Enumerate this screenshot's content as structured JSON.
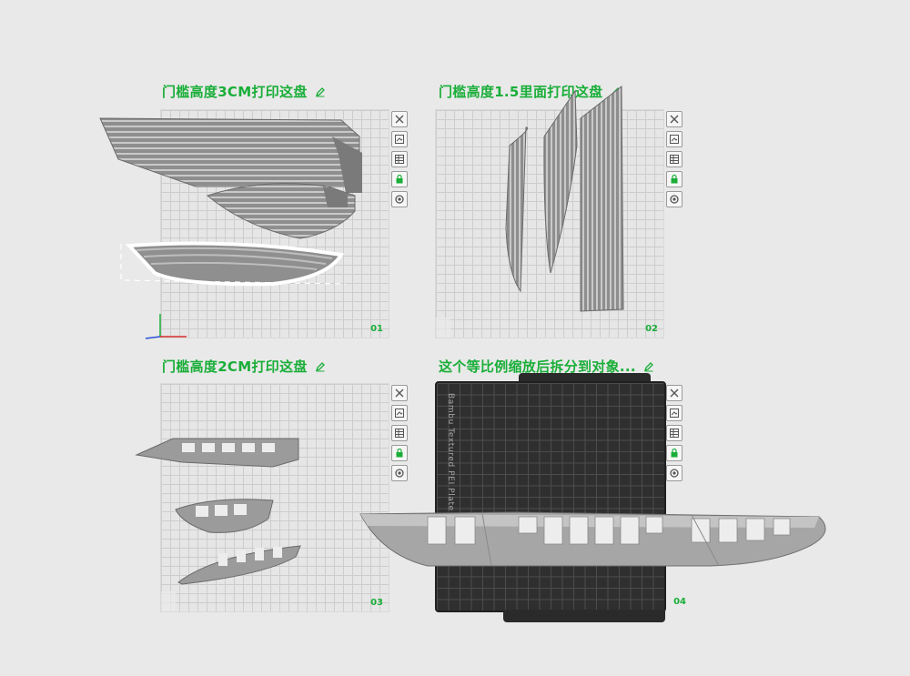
{
  "plates": [
    {
      "title": "门槛高度3CM打印这盘",
      "label": "01"
    },
    {
      "title": "门槛高度1.5里面打印这盘",
      "label": "02"
    },
    {
      "title": "门槛高度2CM打印这盘",
      "label": "03"
    },
    {
      "title": "这个等比例缩放后拆分到对象...",
      "label": "04",
      "plate_name": "Bambu Textured PEI Plate"
    }
  ],
  "toolbar_icons": [
    "close-icon",
    "arrange-icon",
    "layers-icon",
    "lock-icon",
    "settings-icon"
  ],
  "colors": {
    "accent": "#1aae39",
    "model": "#9d9d9d",
    "plate": "#e6e6e6",
    "textured_plate": "#2f2f2f"
  }
}
